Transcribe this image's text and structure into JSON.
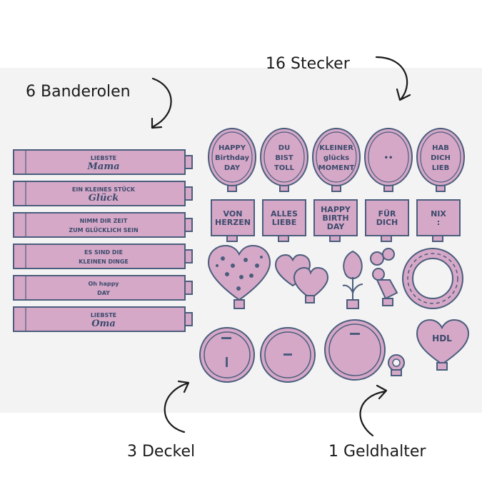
{
  "labels": {
    "banderolen": "6 Banderolen",
    "stecker": "16 Stecker",
    "deckel": "3 Deckel",
    "geldhalter": "1 Geldhalter"
  },
  "banderolen": [
    {
      "line1": "LIEBSTE",
      "line2": "Mama"
    },
    {
      "line1": "EIN KLEINES STÜCK",
      "line2": "Glück"
    },
    {
      "line1": "NIMM DIR ZEIT",
      "line2": "ZUM GLÜCKLICH SEIN"
    },
    {
      "line1": "ES SIND DIE",
      "line2": "KLEINEN DINGE"
    },
    {
      "line1": "Oh happy",
      "line2": "DAY"
    },
    {
      "line1": "LIEBSTE",
      "line2": "Oma"
    }
  ],
  "stecker_round": [
    {
      "lines": [
        "HAPPY",
        "Birthday",
        "DAY"
      ]
    },
    {
      "lines": [
        "DU",
        "BIST",
        "TOLL"
      ]
    },
    {
      "lines": [
        "KLEINER",
        "glücks",
        "MOMENT"
      ]
    },
    {
      "lines": [
        "••"
      ]
    },
    {
      "lines": [
        "HAB",
        "DICH",
        "LIEB"
      ]
    }
  ],
  "stecker_square": [
    {
      "lines": [
        "VON",
        "HERZEN"
      ]
    },
    {
      "lines": [
        "ALLES",
        "LIEBE"
      ]
    },
    {
      "lines": [
        "HAPPY",
        "BIRTH",
        "DAY"
      ]
    },
    {
      "lines": [
        "FÜR",
        "DICH"
      ]
    },
    {
      "lines": [
        "NIX",
        ":"
      ]
    }
  ],
  "heart_tag": "HDL",
  "colors": {
    "pink": "#d6a8c8",
    "outline": "#4a5d7c",
    "band": "#f3f3f3"
  }
}
